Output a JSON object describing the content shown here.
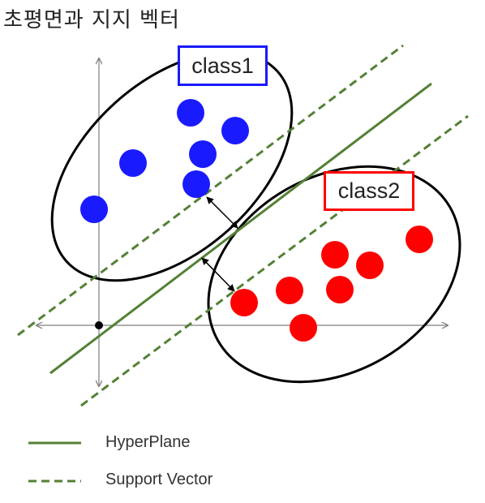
{
  "title": "초평면과 지지 벡터",
  "classes": [
    {
      "label": "class1",
      "color": "#1a1aff"
    },
    {
      "label": "class2",
      "color": "#ff0000"
    }
  ],
  "legend": [
    {
      "label": "HyperPlane",
      "style": "solid",
      "color": "#538135"
    },
    {
      "label": "Support Vector",
      "style": "dashed",
      "color": "#538135"
    }
  ],
  "colors": {
    "line": "#538135",
    "class1_points": "#1a1aff",
    "class2_points": "#ff0000",
    "ellipse": "#000000",
    "axis": "#7f7f7f"
  }
}
